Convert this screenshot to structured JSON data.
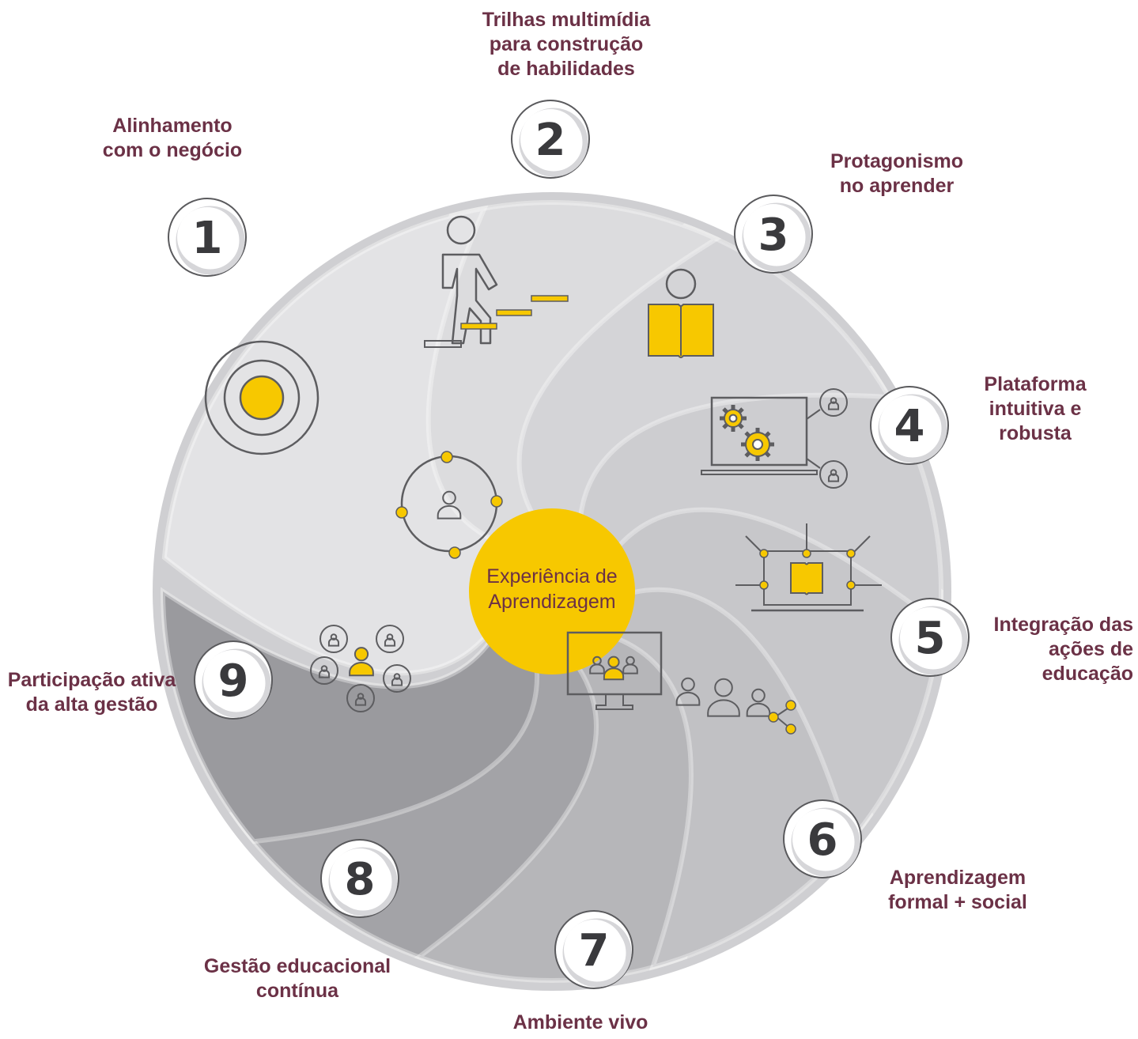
{
  "title_center": [
    "Experiência de",
    "Aprendizagem"
  ],
  "colors": {
    "accent": "#f7c800",
    "label_text": "#6b3146",
    "number_text": "#3a3a3d",
    "icon_stroke": "#5d5d60",
    "outer_ring": "#cfcfd2"
  },
  "steps": [
    {
      "number": "1",
      "lines": [
        "Alinhamento",
        "com o negócio"
      ],
      "icon": "target-icon"
    },
    {
      "number": "2",
      "lines": [
        "Trilhas multimídia",
        "para construção",
        "de habilidades"
      ],
      "icon": "stairs-person-icon"
    },
    {
      "number": "3",
      "lines": [
        "Protagonismo",
        "no aprender"
      ],
      "icon": "reading-person-icon"
    },
    {
      "number": "4",
      "lines": [
        "Plataforma",
        "intuitiva e",
        "robusta"
      ],
      "icon": "laptop-gears-icon"
    },
    {
      "number": "5",
      "lines": [
        "Integração das",
        "ações de",
        "educação"
      ],
      "icon": "integration-book-icon"
    },
    {
      "number": "6",
      "lines": [
        "Aprendizagem",
        "formal + social"
      ],
      "icon": "social-network-icon"
    },
    {
      "number": "7",
      "lines": [
        "Ambiente vivo"
      ],
      "icon": "monitor-group-icon"
    },
    {
      "number": "8",
      "lines": [
        "Gestão educacional",
        "contínua"
      ],
      "icon": "cycle-person-icon"
    },
    {
      "number": "9",
      "lines": [
        "Participação ativa",
        "da alta gestão"
      ],
      "icon": "leader-group-icon"
    }
  ]
}
